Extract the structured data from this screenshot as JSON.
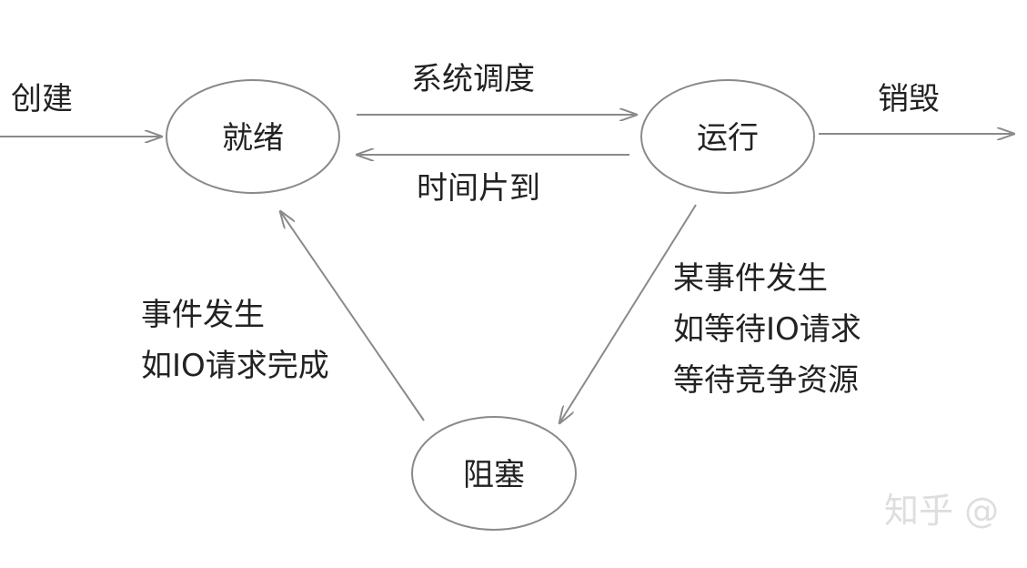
{
  "colors": {
    "stroke": "#8a8a8a",
    "text": "#222222",
    "watermark": "#dedede",
    "background": "#ffffff"
  },
  "states": {
    "ready": "就绪",
    "running": "运行",
    "blocked": "阻塞"
  },
  "transitions": {
    "create": "创建",
    "destroy": "销毁",
    "schedule": "系统调度",
    "timeslice": "时间片到",
    "block_lines": [
      "某事件发生",
      "如等待IO请求",
      "等待竞争资源"
    ],
    "wake_lines": [
      "事件发生",
      "如IO请求完成"
    ]
  },
  "watermark": "知乎 @"
}
